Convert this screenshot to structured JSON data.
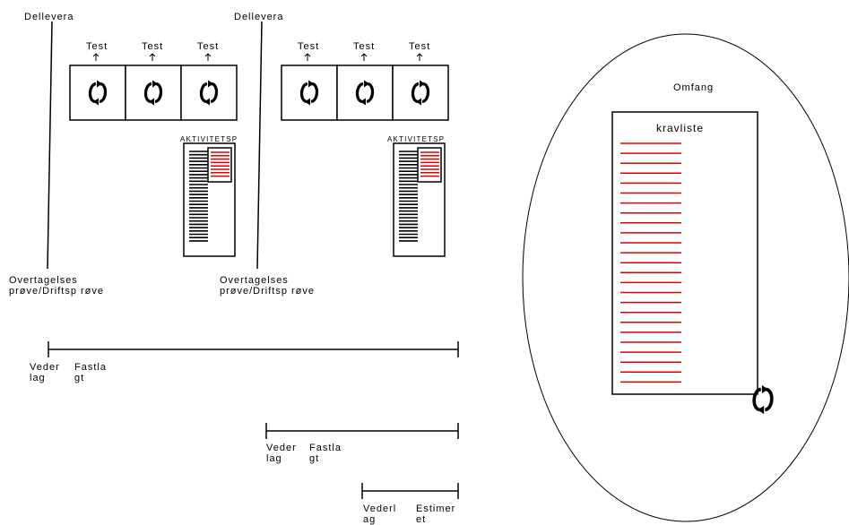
{
  "sprint_groups": [
    {
      "deliver_label": "Dellevera",
      "test_labels": [
        "Test",
        "Test",
        "Test"
      ],
      "backlog_label": "AKTIVITETSP",
      "acceptance_label": "Overtagelses prøve/Driftsp røve"
    },
    {
      "deliver_label": "Dellevera",
      "test_labels": [
        "Test",
        "Test",
        "Test"
      ],
      "backlog_label": "AKTIVITETSP",
      "acceptance_label": "Overtagelses prøve/Driftsp røve"
    }
  ],
  "timelines": [
    {
      "left_label": "Veder lag",
      "right_label": "Fastla gt"
    },
    {
      "left_label": "Veder lag",
      "right_label": "Fastla gt"
    },
    {
      "left_label": "Vederl ag",
      "right_label": "Estimer et"
    }
  ],
  "scope": {
    "title": "Omfang",
    "requirements_title": "kravliste",
    "requirement_line_count": 25,
    "line_color": "#e00000"
  },
  "colors": {
    "stroke": "#000000",
    "highlight": "#e00000"
  },
  "icons": {
    "cycle": "cycle-arrows-icon",
    "up_arrow": "up-arrow-icon"
  }
}
